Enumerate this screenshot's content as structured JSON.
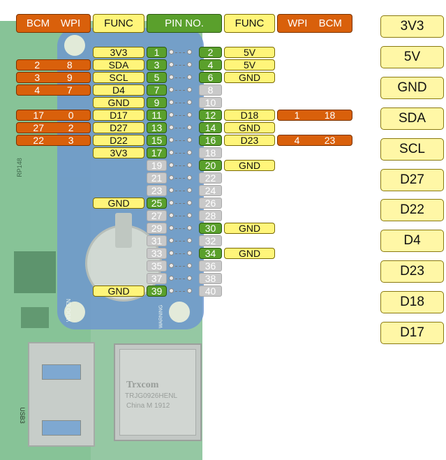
{
  "headers": {
    "left_bcm": "BCM",
    "left_wpi": "WPI",
    "left_func": "FUNC",
    "pin_no": "PIN NO.",
    "right_func": "FUNC",
    "right_wpi": "WPI",
    "right_bcm": "BCM"
  },
  "pins": [
    {
      "odd": "1",
      "odd_func": "3V3",
      "odd_bcm": "",
      "odd_wpi": "",
      "odd_on": true,
      "even": "2",
      "even_func": "5V",
      "even_bcm": "",
      "even_wpi": "",
      "even_on": true
    },
    {
      "odd": "3",
      "odd_func": "SDA",
      "odd_bcm": "2",
      "odd_wpi": "8",
      "odd_on": true,
      "even": "4",
      "even_func": "5V",
      "even_bcm": "",
      "even_wpi": "",
      "even_on": true
    },
    {
      "odd": "5",
      "odd_func": "SCL",
      "odd_bcm": "3",
      "odd_wpi": "9",
      "odd_on": true,
      "even": "6",
      "even_func": "GND",
      "even_bcm": "",
      "even_wpi": "",
      "even_on": true
    },
    {
      "odd": "7",
      "odd_func": "D4",
      "odd_bcm": "4",
      "odd_wpi": "7",
      "odd_on": true,
      "even": "8",
      "even_func": "",
      "even_bcm": "",
      "even_wpi": "",
      "even_on": false
    },
    {
      "odd": "9",
      "odd_func": "GND",
      "odd_bcm": "",
      "odd_wpi": "",
      "odd_on": true,
      "even": "10",
      "even_func": "",
      "even_bcm": "",
      "even_wpi": "",
      "even_on": false
    },
    {
      "odd": "11",
      "odd_func": "D17",
      "odd_bcm": "17",
      "odd_wpi": "0",
      "odd_on": true,
      "even": "12",
      "even_func": "D18",
      "even_bcm": "18",
      "even_wpi": "1",
      "even_on": true
    },
    {
      "odd": "13",
      "odd_func": "D27",
      "odd_bcm": "27",
      "odd_wpi": "2",
      "odd_on": true,
      "even": "14",
      "even_func": "GND",
      "even_bcm": "",
      "even_wpi": "",
      "even_on": true
    },
    {
      "odd": "15",
      "odd_func": "D22",
      "odd_bcm": "22",
      "odd_wpi": "3",
      "odd_on": true,
      "even": "16",
      "even_func": "D23",
      "even_bcm": "23",
      "even_wpi": "4",
      "even_on": true
    },
    {
      "odd": "17",
      "odd_func": "3V3",
      "odd_bcm": "",
      "odd_wpi": "",
      "odd_on": true,
      "even": "18",
      "even_func": "",
      "even_bcm": "",
      "even_wpi": "",
      "even_on": false
    },
    {
      "odd": "19",
      "odd_func": "",
      "odd_bcm": "",
      "odd_wpi": "",
      "odd_on": false,
      "even": "20",
      "even_func": "GND",
      "even_bcm": "",
      "even_wpi": "",
      "even_on": true
    },
    {
      "odd": "21",
      "odd_func": "",
      "odd_bcm": "",
      "odd_wpi": "",
      "odd_on": false,
      "even": "22",
      "even_func": "",
      "even_bcm": "",
      "even_wpi": "",
      "even_on": false
    },
    {
      "odd": "23",
      "odd_func": "",
      "odd_bcm": "",
      "odd_wpi": "",
      "odd_on": false,
      "even": "24",
      "even_func": "",
      "even_bcm": "",
      "even_wpi": "",
      "even_on": false
    },
    {
      "odd": "25",
      "odd_func": "GND",
      "odd_bcm": "",
      "odd_wpi": "",
      "odd_on": true,
      "even": "26",
      "even_func": "",
      "even_bcm": "",
      "even_wpi": "",
      "even_on": false
    },
    {
      "odd": "27",
      "odd_func": "",
      "odd_bcm": "",
      "odd_wpi": "",
      "odd_on": false,
      "even": "28",
      "even_func": "",
      "even_bcm": "",
      "even_wpi": "",
      "even_on": false
    },
    {
      "odd": "29",
      "odd_func": "",
      "odd_bcm": "",
      "odd_wpi": "",
      "odd_on": false,
      "even": "30",
      "even_func": "GND",
      "even_bcm": "",
      "even_wpi": "",
      "even_on": true
    },
    {
      "odd": "31",
      "odd_func": "",
      "odd_bcm": "",
      "odd_wpi": "",
      "odd_on": false,
      "even": "32",
      "even_func": "",
      "even_bcm": "",
      "even_wpi": "",
      "even_on": false
    },
    {
      "odd": "33",
      "odd_func": "",
      "odd_bcm": "",
      "odd_wpi": "",
      "odd_on": false,
      "even": "34",
      "even_func": "GND",
      "even_bcm": "",
      "even_wpi": "",
      "even_on": true
    },
    {
      "odd": "35",
      "odd_func": "",
      "odd_bcm": "",
      "odd_wpi": "",
      "odd_on": false,
      "even": "36",
      "even_func": "",
      "even_bcm": "",
      "even_wpi": "",
      "even_on": false
    },
    {
      "odd": "37",
      "odd_func": "",
      "odd_bcm": "",
      "odd_wpi": "",
      "odd_on": false,
      "even": "38",
      "even_func": "",
      "even_bcm": "",
      "even_wpi": "",
      "even_on": false
    },
    {
      "odd": "39",
      "odd_func": "GND",
      "odd_bcm": "",
      "odd_wpi": "",
      "odd_on": true,
      "even": "40",
      "even_func": "",
      "even_bcm": "",
      "even_wpi": "",
      "even_on": false
    }
  ],
  "side_labels": [
    "3V3",
    "5V",
    "GND",
    "SDA",
    "SCL",
    "D27",
    "D22",
    "D4",
    "D23",
    "D18",
    "D17"
  ],
  "board_text": {
    "ethernet_brand": "Trxcom",
    "ethernet_model": "TRJG0926HENL",
    "ethernet_origin": "China M 1912",
    "wdo_en": "WDO EN",
    "warning": "WARNING",
    "usb": "USB3",
    "board_code": "RP148"
  },
  "colors": {
    "func_yellow": "#fff57a",
    "number_orange": "#d9600b",
    "active_pin_green": "#5aa02c",
    "unused_pin_grey": "#c9c9c9",
    "hat_blue": "#6f98cf",
    "pi_green": "#3e9a58"
  }
}
